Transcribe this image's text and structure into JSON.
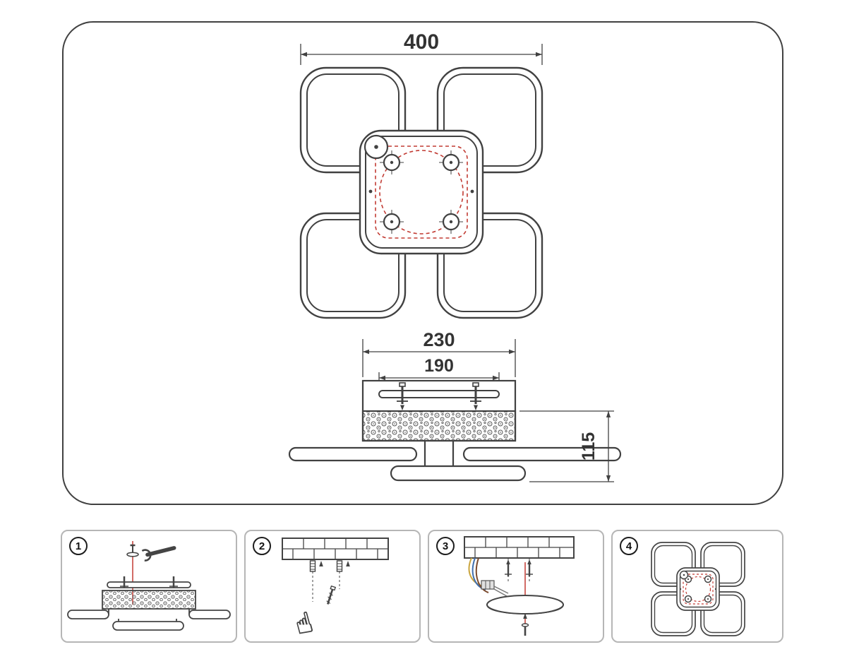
{
  "window": {
    "background": "#ffffff"
  },
  "drawing": {
    "line_color": "#414141",
    "accent_red": "#c23b33",
    "dimensions": {
      "overall_width": "400",
      "canopy_width": "230",
      "bracket_width": "190",
      "height": "115"
    }
  },
  "steps": [
    {
      "number": "1"
    },
    {
      "number": "2"
    },
    {
      "number": "3"
    },
    {
      "number": "4"
    }
  ],
  "icons": {
    "hand_glyph": "☝"
  }
}
